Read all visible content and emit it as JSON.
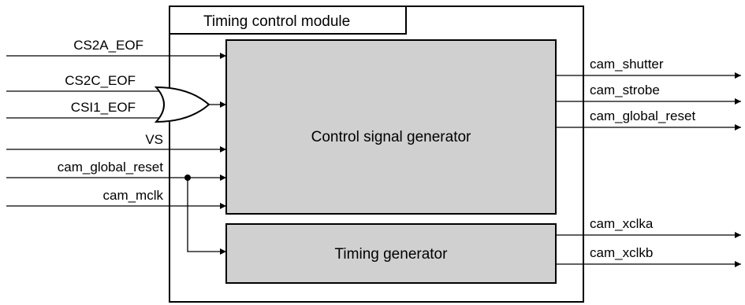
{
  "module": {
    "title": "Timing control module",
    "blocks": {
      "control_signal_generator": "Control signal generator",
      "timing_generator": "Timing generator"
    },
    "fill_color": "#d0d0d0"
  },
  "inputs": {
    "cs2a_eof": "CS2A_EOF",
    "cs2c_eof": "CS2C_EOF",
    "csi1_eof": "CSI1_EOF",
    "vs": "VS",
    "cam_global_reset": "cam_global_reset",
    "cam_mclk": "cam_mclk"
  },
  "outputs": {
    "cam_shutter": "cam_shutter",
    "cam_strobe": "cam_strobe",
    "cam_global_reset": "cam_global_reset",
    "cam_xclka": "cam_xclka",
    "cam_xclkb": "cam_xclkb"
  },
  "gate": {
    "type": "or-gate"
  }
}
